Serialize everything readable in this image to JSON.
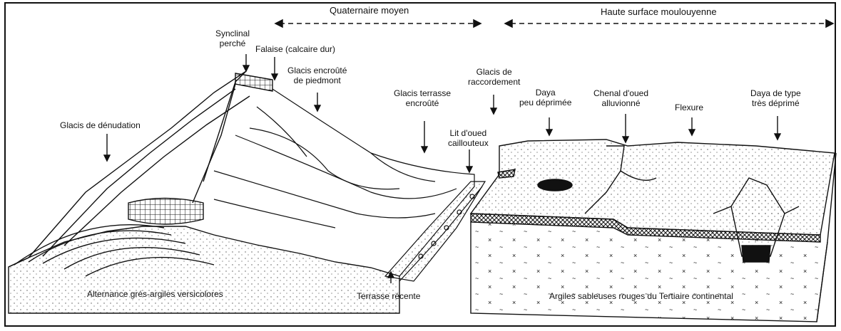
{
  "header": {
    "left_period": "Quaternaire moyen",
    "right_period": "Haute surface moulouyenne"
  },
  "labels": {
    "synclinal_perche": [
      "Synclinal",
      "perché"
    ],
    "falaise": "Falaise (calcaire dur)",
    "glacis_piedmont": [
      "Glacis encroûté",
      "de piedmont"
    ],
    "glacis_denudation": "Glacis de dénudation",
    "glacis_raccordement": [
      "Glacis de",
      "raccordement"
    ],
    "glacis_terrasse": [
      "Glacis terrasse",
      "encroûté"
    ],
    "lit_oued": [
      "Lit d'oued",
      "caillouteux"
    ],
    "daya_peu": [
      "Daya",
      "peu déprimée"
    ],
    "chenal": [
      "Chenal d'oued",
      "alluvionné"
    ],
    "flexure": "Flexure",
    "daya_tres": [
      "Daya de type",
      "très déprimé"
    ],
    "alternance": "Alternance grés-argiles versicolores",
    "terrasse_recente": "Terrasse récente",
    "argiles": "Argiles sableuses rouges du Tertiaire continental"
  },
  "colors": {
    "ink": "#111111",
    "paper": "#ffffff",
    "stipple": "#555555"
  }
}
